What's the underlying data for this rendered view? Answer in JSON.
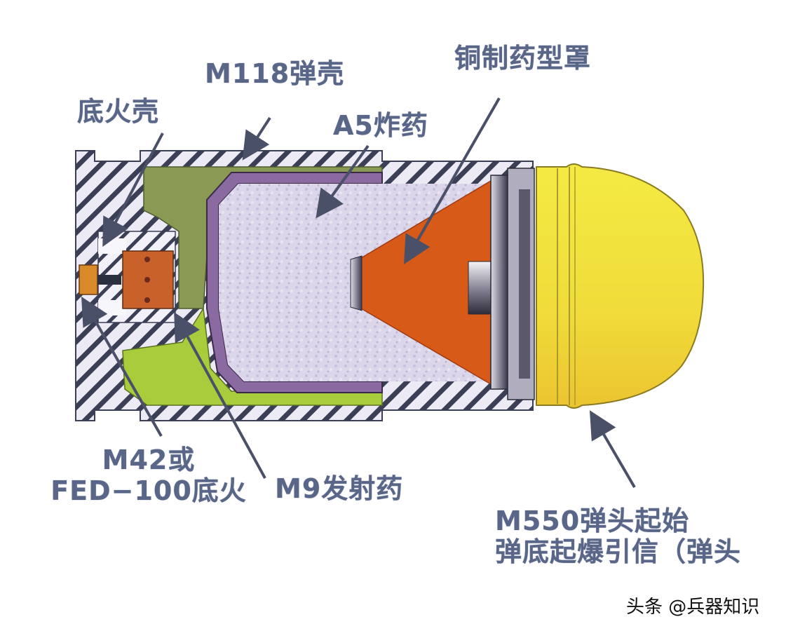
{
  "diagram": {
    "type": "cutaway",
    "subject": "40mm grenade round cross-section",
    "labels": {
      "primer_cup": "底火壳",
      "cartridge_case": "M118弹壳",
      "copper_liner": "铜制药型罩",
      "explosive": "A5炸药",
      "primer_line1": "M42或",
      "primer_line2": "FED−100底火",
      "propellant": "M9发射药",
      "fuze_line1": "M550弹头起始",
      "fuze_line2": "弹底起爆引信（弹头"
    },
    "watermark": "头条 @兵器知识",
    "colors": {
      "label_text": "#5a6688",
      "arrow": "#4a5068",
      "hatch_line": "#3a3f55",
      "hatch_bg": "#eceaf4",
      "propellant_green": "#a8cc3c",
      "dark_green": "#8a9a55",
      "liner_purple": "#8a6aa0",
      "explosive_fill": "#ddd8ea",
      "cone_orange": "#d85a18",
      "primer_orange": "#c8622a",
      "fuze_yellow": "#f0e040",
      "metal_gray": "#8a8898"
    }
  }
}
